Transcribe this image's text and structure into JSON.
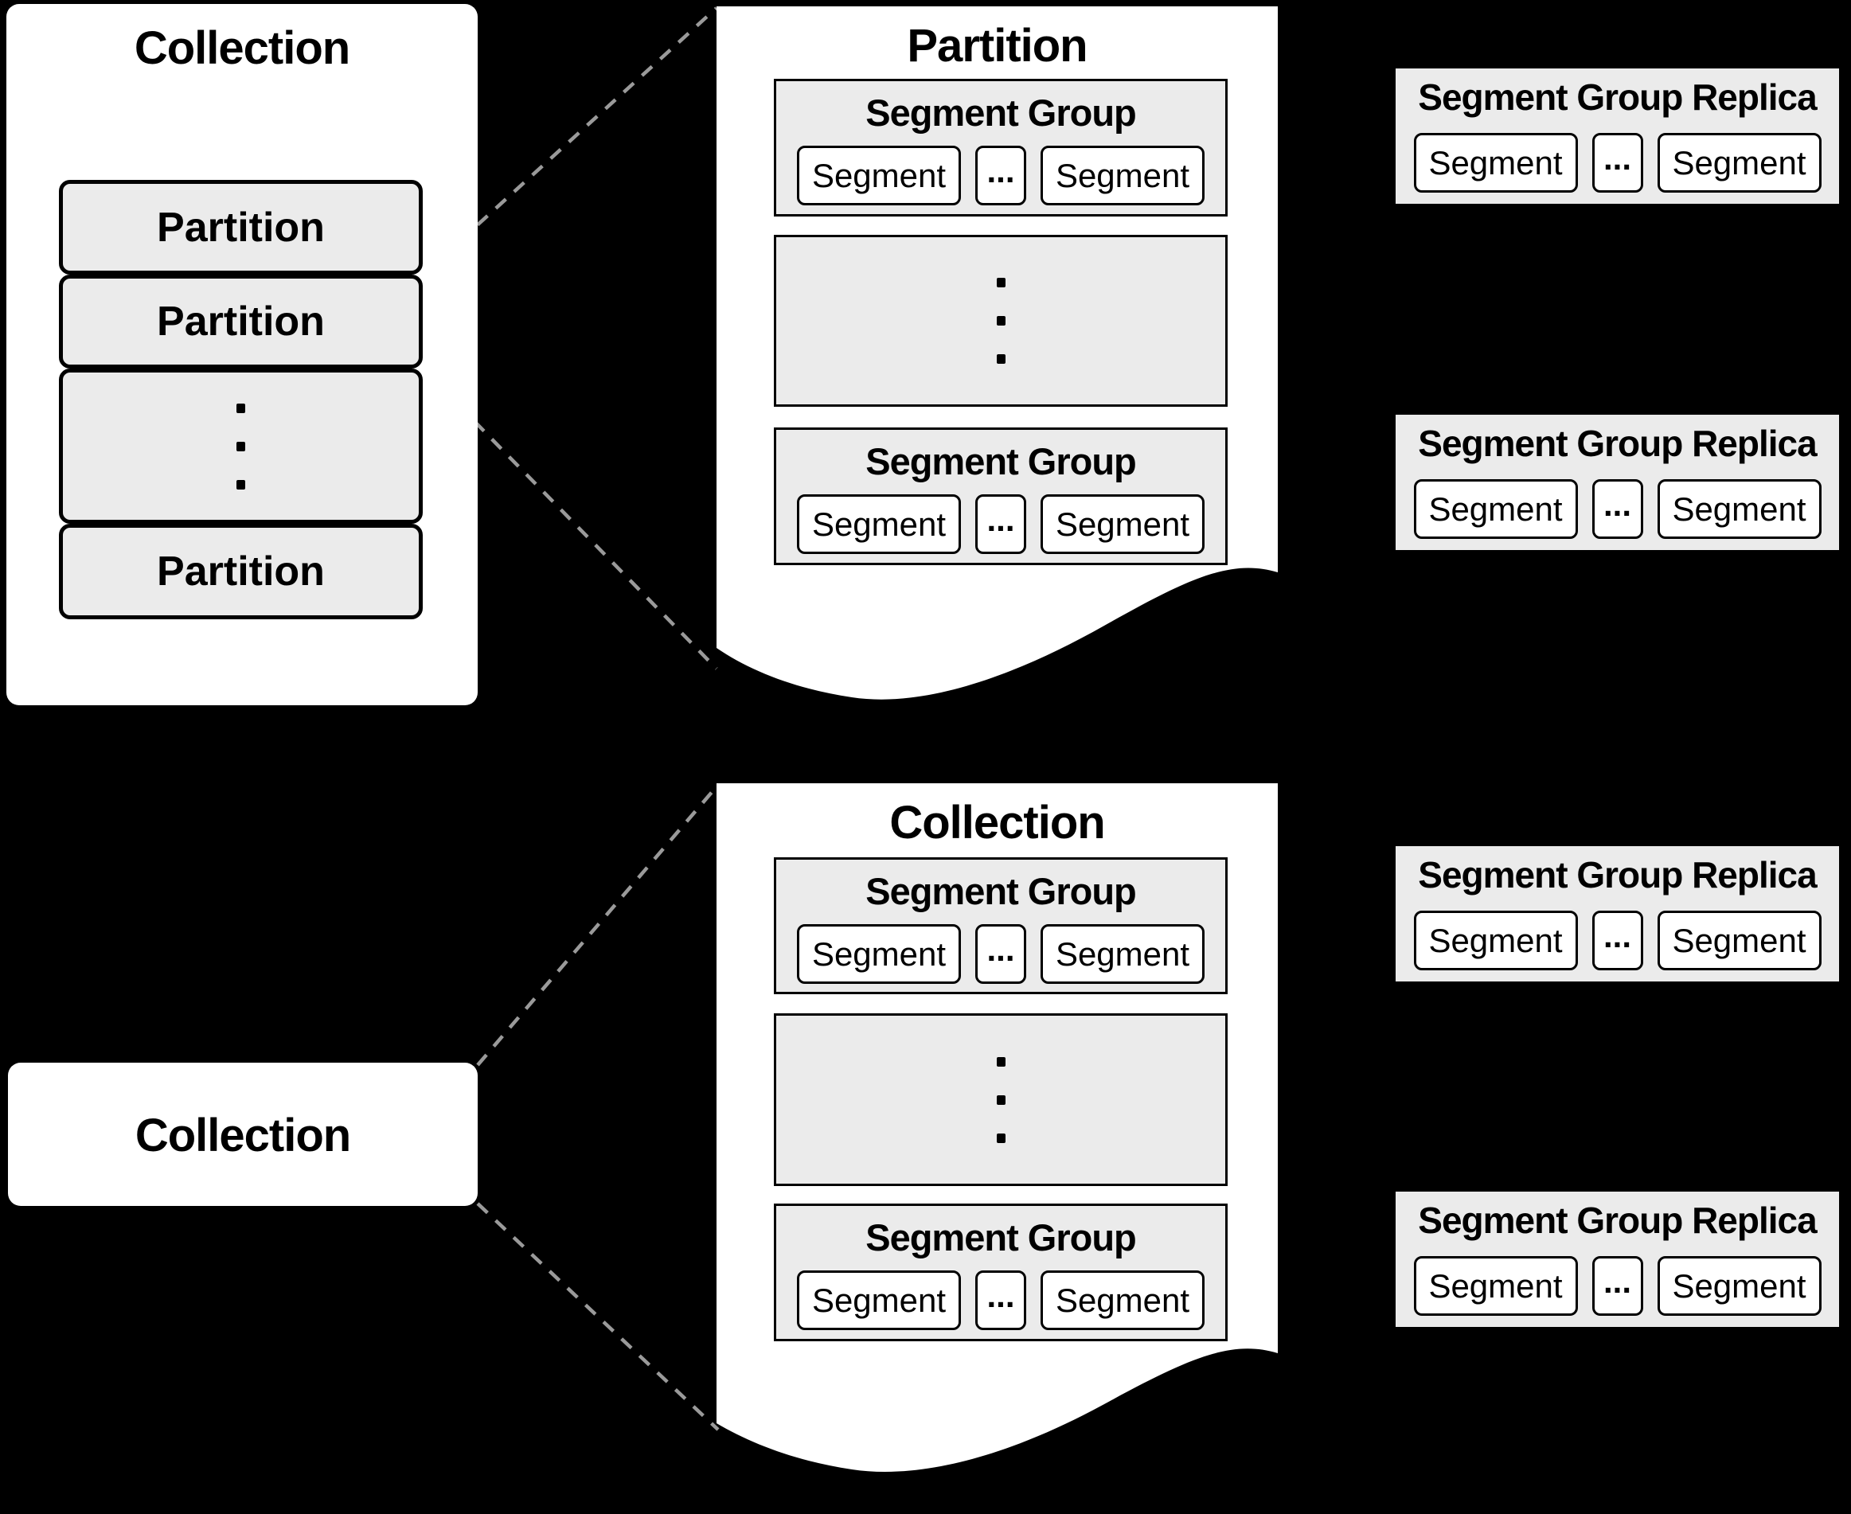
{
  "colors": {
    "background": "#000000",
    "panel_fill": "#ffffff",
    "box_fill": "#ebebeb",
    "border": "#000000",
    "connector": "#9a9a9a"
  },
  "icons": {
    "vertical_ellipsis_icon": "vertical-dots",
    "panel_bottom_edge": "torn-paper-wave"
  },
  "top_diagram": {
    "collection_box": {
      "title": "Collection",
      "partitions": [
        {
          "label": "Partition"
        },
        {
          "label": "Partition"
        },
        {
          "label": "Partition"
        }
      ]
    },
    "partition_panel": {
      "title": "Partition",
      "segment_groups": [
        {
          "title": "Segment Group",
          "ellipsis": "...",
          "segments": [
            {
              "label": "Segment"
            },
            {
              "label": "Segment"
            }
          ]
        },
        {
          "title": "Segment Group",
          "ellipsis": "...",
          "segments": [
            {
              "label": "Segment"
            },
            {
              "label": "Segment"
            }
          ]
        }
      ]
    },
    "replicas": [
      {
        "title": "Segment Group Replica",
        "ellipsis": "...",
        "segments": [
          {
            "label": "Segment"
          },
          {
            "label": "Segment"
          }
        ]
      },
      {
        "title": "Segment Group Replica",
        "ellipsis": "...",
        "segments": [
          {
            "label": "Segment"
          },
          {
            "label": "Segment"
          }
        ]
      }
    ]
  },
  "bottom_diagram": {
    "collection_box": {
      "title": "Collection"
    },
    "collection_panel": {
      "title": "Collection",
      "segment_groups": [
        {
          "title": "Segment Group",
          "ellipsis": "...",
          "segments": [
            {
              "label": "Segment"
            },
            {
              "label": "Segment"
            }
          ]
        },
        {
          "title": "Segment Group",
          "ellipsis": "...",
          "segments": [
            {
              "label": "Segment"
            },
            {
              "label": "Segment"
            }
          ]
        }
      ]
    },
    "replicas": [
      {
        "title": "Segment Group Replica",
        "ellipsis": "...",
        "segments": [
          {
            "label": "Segment"
          },
          {
            "label": "Segment"
          }
        ]
      },
      {
        "title": "Segment Group Replica",
        "ellipsis": "...",
        "segments": [
          {
            "label": "Segment"
          },
          {
            "label": "Segment"
          }
        ]
      }
    ]
  }
}
